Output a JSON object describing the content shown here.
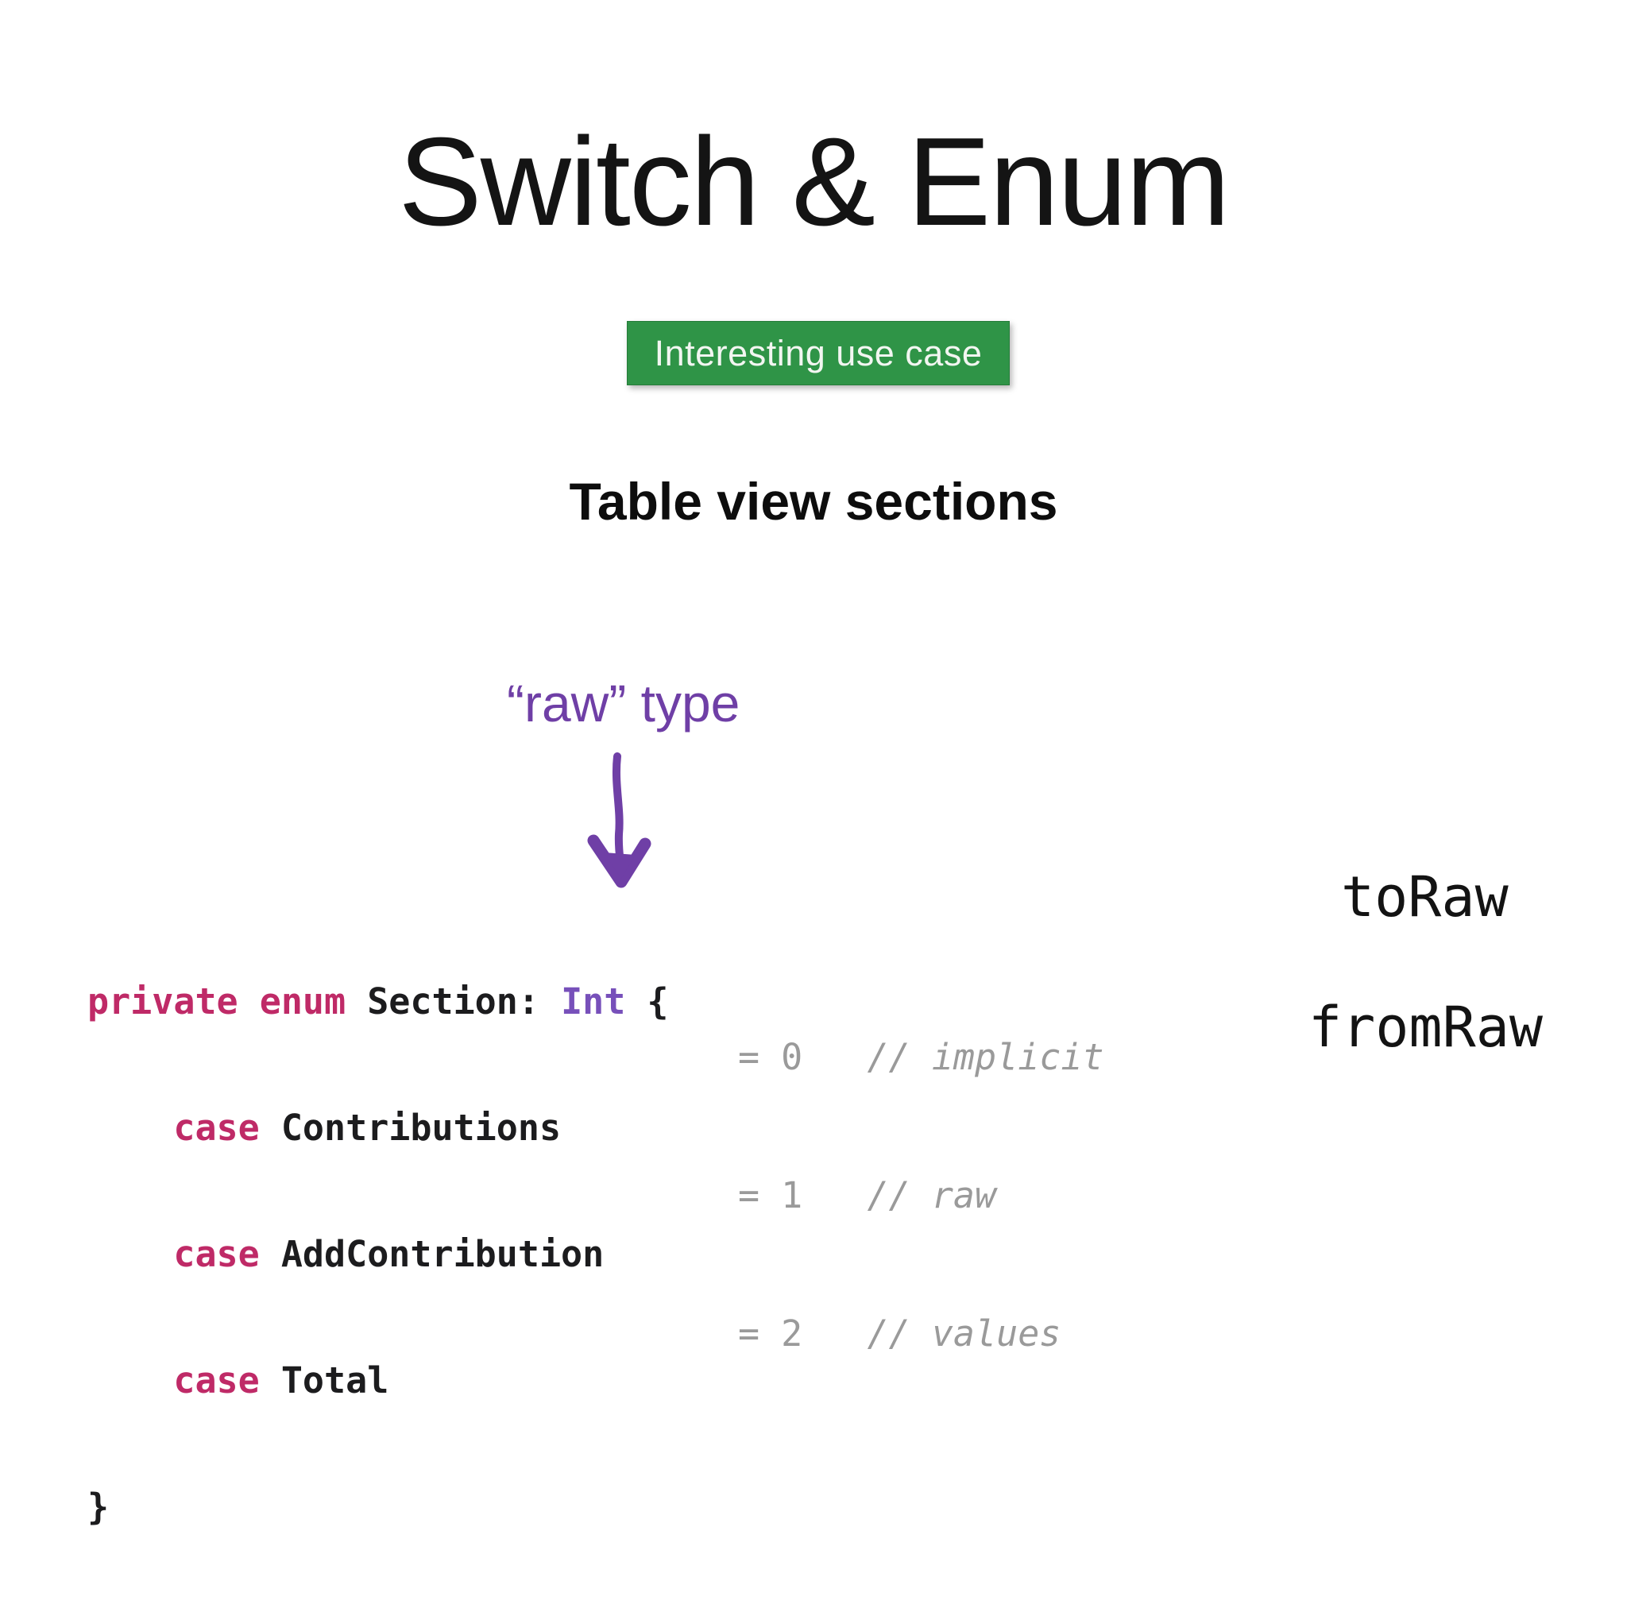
{
  "slide": {
    "title": "Switch & Enum",
    "badge": {
      "label": "Interesting use case",
      "bg_color": "#2f9447",
      "text_color": "#f2f6f1"
    },
    "subtitle": "Table view sections",
    "raw_type_label": "“raw” type",
    "accent_purple": "#6f3fa6",
    "code": {
      "keyword_color": "#bf2a67",
      "type_color": "#7750ba",
      "plain_color": "#1c1c1e",
      "line1": {
        "kw1": "private",
        "sp": " ",
        "kw2": "enum",
        "mid": " Section: ",
        "type": "Int",
        "end": " {"
      },
      "line2": {
        "indent": "    ",
        "kw": "case",
        "name": " Contributions"
      },
      "line3": {
        "indent": "    ",
        "kw": "case",
        "name": " AddContribution"
      },
      "line4": {
        "indent": "    ",
        "kw": "case",
        "name": " Total"
      },
      "line5": {
        "brace": "}"
      }
    },
    "raw_values": [
      {
        "eq": "= 0   ",
        "comment": "// implicit"
      },
      {
        "eq": "= 1   ",
        "comment": "// raw"
      },
      {
        "eq": "= 2   ",
        "comment": "// values"
      }
    ],
    "raw_values_color": "#9a9a9a",
    "to_raw_label": "toRaw",
    "from_raw_label": "fromRaw"
  }
}
